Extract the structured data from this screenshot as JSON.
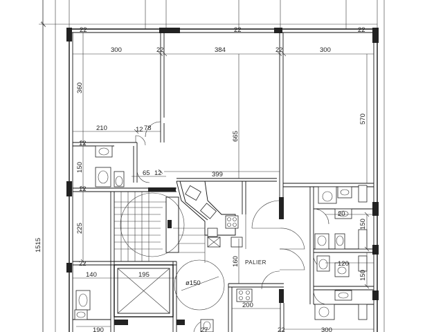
{
  "dimensions": {
    "room_left_width": "300",
    "room_center_width": "384",
    "room_right_width": "300",
    "room_left_height": "360",
    "room_center_height": "665",
    "room_right_height": "570",
    "kitchen_left_width": "210",
    "kitchen_left_door": "78",
    "bath_left_height": "150",
    "bath_left_width_a": "65",
    "bath_left_width_b": "12",
    "hall_width": "399",
    "stair_height": "225",
    "palier_height": "160",
    "lift_width": "195",
    "lower_left_width": "140",
    "lower_left_width_b": "190",
    "bath_right_width_a": "20",
    "bath_right_height_a": "150",
    "bath_right_width_b": "120",
    "bath_right_height_b": "150",
    "lower_center_width": "200",
    "lower_right_width": "300",
    "total_height": "1515",
    "wall_22_a": "22",
    "wall_22_b": "22",
    "wall_22_c": "22",
    "wall_22_d": "22",
    "wall_22_e": "22",
    "wall_22_f": "22",
    "wall_22_g": "22",
    "wall_27": "27",
    "wall_12_a": "12",
    "wall_12_b": "12",
    "wall_12_c": "12"
  },
  "labels": {
    "palier": "PALIER",
    "diameter": "ø150"
  }
}
